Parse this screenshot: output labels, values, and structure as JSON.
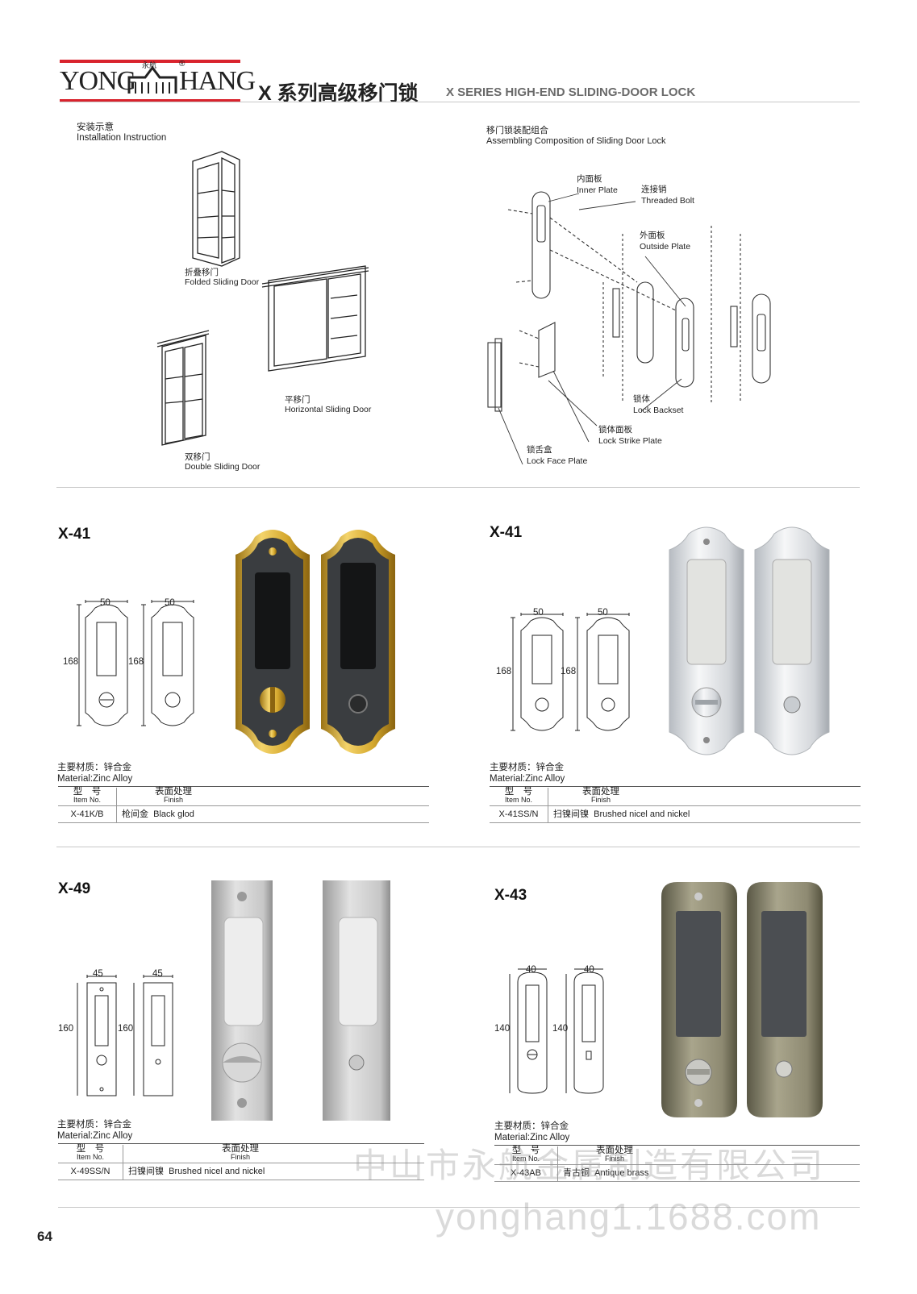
{
  "header": {
    "logo_left": "YONG",
    "logo_right": "HANG",
    "logo_script": "永航",
    "logo_reg": "®",
    "title_cn": "X 系列高级移门锁",
    "title_en": "X SERIES HIGH-END SLIDING-DOOR LOCK"
  },
  "install": {
    "title_cn": "安装示意",
    "title_en": "Installation Instruction",
    "folded_cn": "折叠移门",
    "folded_en": "Folded Sliding Door",
    "horizontal_cn": "平移门",
    "horizontal_en": "Horizontal Sliding Door",
    "double_cn": "双移门",
    "double_en": "Double Sliding Door"
  },
  "assembly": {
    "title_cn": "移门锁装配组合",
    "title_en": "Assembling Composition of Sliding Door Lock",
    "inner_cn": "内面板",
    "inner_en": "Inner Plate",
    "bolt_cn": "连接销",
    "bolt_en": "Threaded Bolt",
    "outside_cn": "外面板",
    "outside_en": "Outside Plate",
    "backset_cn": "锁体",
    "backset_en": "Lock Backset",
    "strike_cn": "锁体面板",
    "strike_en": "Lock Strike Plate",
    "face_cn": "锁舌盒",
    "face_en": "Lock Face Plate"
  },
  "products": [
    {
      "model": "X-41",
      "width": "50",
      "height": "168",
      "material_cn": "主要材质：锌合金",
      "material_en": "Material:Zinc Alloy",
      "item_cn": "型　号",
      "item_en": "Item No.",
      "finish_hdr_cn": "表面处理",
      "finish_hdr_en": "Finish",
      "item_no": "X-41K/B",
      "finish_cn": "枪间金",
      "finish_en": "Black glod"
    },
    {
      "model": "X-41",
      "width": "50",
      "height": "168",
      "material_cn": "主要材质：锌合金",
      "material_en": "Material:Zinc Alloy",
      "item_cn": "型　号",
      "item_en": "Item No.",
      "finish_hdr_cn": "表面处理",
      "finish_hdr_en": "Finish",
      "item_no": "X-41SS/N",
      "finish_cn": "扫镍间镍",
      "finish_en": "Brushed nicel and nickel"
    },
    {
      "model": "X-49",
      "width": "45",
      "height": "160",
      "material_cn": "主要材质：锌合金",
      "material_en": "Material:Zinc Alloy",
      "item_cn": "型　号",
      "item_en": "Item No.",
      "finish_hdr_cn": "表面处理",
      "finish_hdr_en": "Finish",
      "item_no": "X-49SS/N",
      "finish_cn": "扫镍间镍",
      "finish_en": "Brushed nicel and nickel"
    },
    {
      "model": "X-43",
      "width": "40",
      "height": "140",
      "material_cn": "主要材质：锌合金",
      "material_en": "Material:Zinc Alloy",
      "item_cn": "型　号",
      "item_en": "Item No.",
      "finish_hdr_cn": "表面处理",
      "finish_hdr_en": "Finish",
      "item_no": "X-43AB",
      "finish_cn": "青古铜",
      "finish_en": "Antique brass"
    }
  ],
  "page_number": "64",
  "watermark_cn": "中山市永航金属制造有限公司",
  "watermark_en": "yonghang1.1688.com",
  "colors": {
    "logo_red": "#d9232d",
    "gold": "#d4a72c",
    "black_plate": "#3a3d40",
    "chrome": "#e6e8ea",
    "satin": "#c9c9c9",
    "antique_brass": "#8e8a72"
  }
}
